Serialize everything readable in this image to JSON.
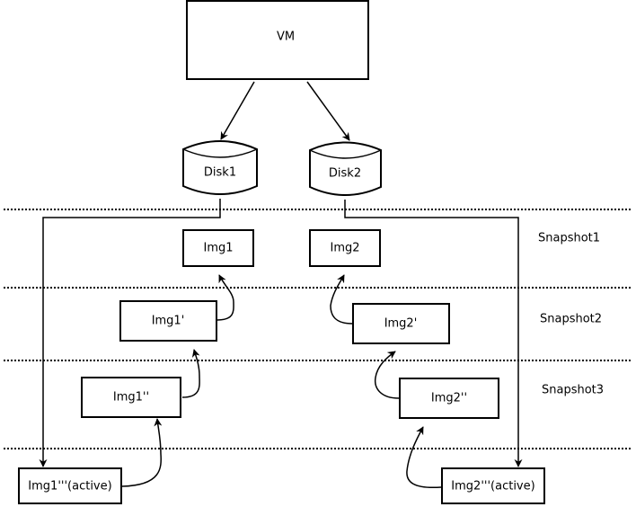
{
  "vm": {
    "label": "VM"
  },
  "disks": [
    {
      "label": "Disk1"
    },
    {
      "label": "Disk2"
    }
  ],
  "snapshots": [
    {
      "label": "Snapshot1"
    },
    {
      "label": "Snapshot2"
    },
    {
      "label": "Snapshot3"
    }
  ],
  "images": {
    "img1": "Img1",
    "img2": "Img2",
    "img1p": "Img1'",
    "img2p": "Img2'",
    "img1pp": "Img1''",
    "img2pp": "Img2''",
    "img1ppp": "Img1'''(active)",
    "img2ppp": "Img2'''(active)"
  },
  "colors": {
    "stroke": "#000000",
    "background": "#ffffff"
  }
}
